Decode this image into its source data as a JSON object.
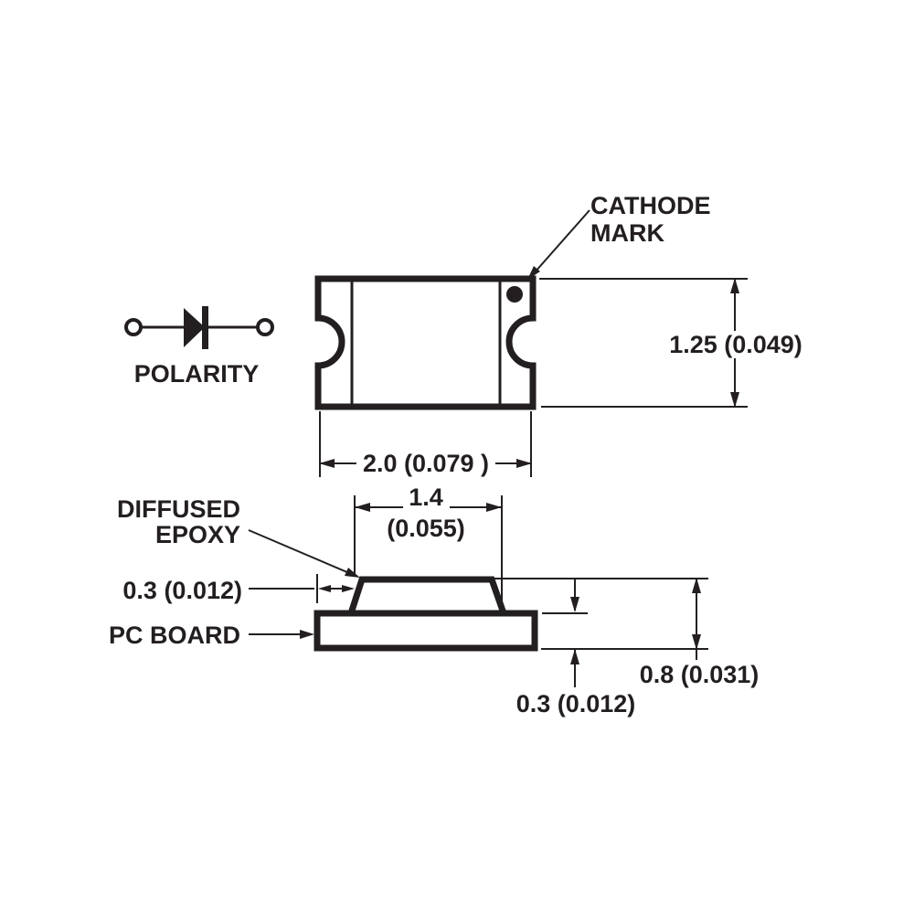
{
  "figure": {
    "background": "#ffffff",
    "line_color": "#231f20",
    "polarity": {
      "label": "POLARITY"
    },
    "cathode_mark": {
      "line1": "CATHODE",
      "line2": "MARK"
    },
    "top_view": {
      "width_dim": "2.0 (0.079 )",
      "height_dim": "1.25 (0.049)"
    },
    "side_view": {
      "epoxy_width_mm": "1.4",
      "epoxy_width_in": "(0.055)",
      "epoxy_label_line1": "DIFFUSED",
      "epoxy_label_line2": "EPOXY",
      "pc_board_label": "PC BOARD",
      "edge_offset_dim": "0.3 (0.012)",
      "total_height_dim": "0.8 (0.031)",
      "board_thickness_dim": "0.3 (0.012)"
    }
  }
}
